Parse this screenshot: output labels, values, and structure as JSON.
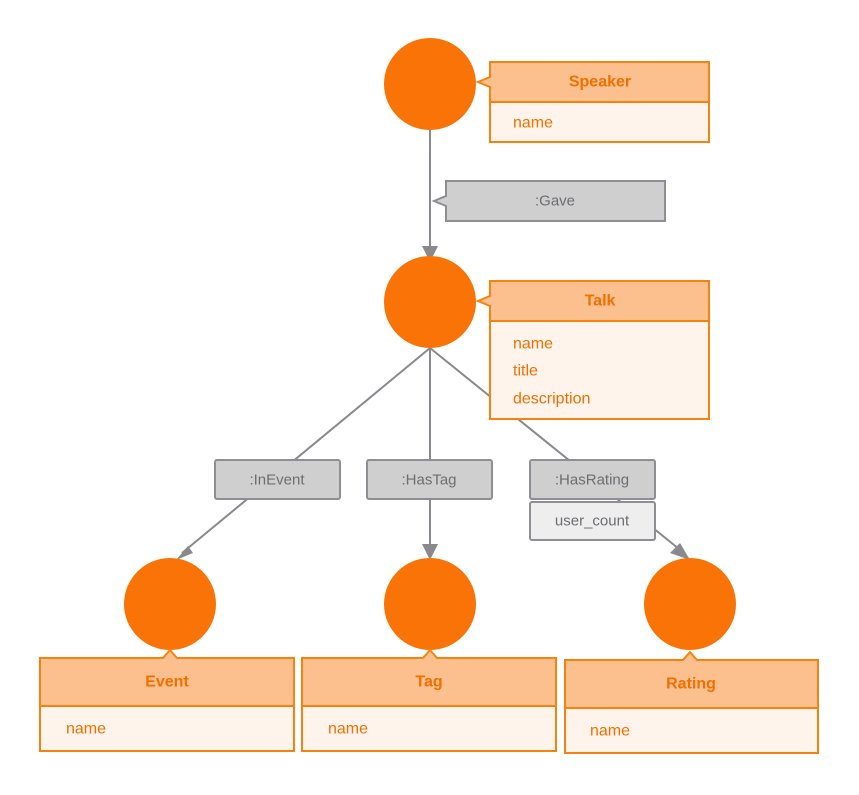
{
  "nodes": {
    "speaker": {
      "label": "Speaker",
      "properties": [
        "name"
      ]
    },
    "talk": {
      "label": "Talk",
      "properties": [
        "name",
        "title",
        "description"
      ]
    },
    "event": {
      "label": "Event",
      "properties": [
        "name"
      ]
    },
    "tag": {
      "label": "Tag",
      "properties": [
        "name"
      ]
    },
    "rating": {
      "label": "Rating",
      "properties": [
        "name"
      ]
    }
  },
  "relationships": {
    "gave": {
      "label": ":Gave"
    },
    "in_event": {
      "label": ":InEvent"
    },
    "has_tag": {
      "label": ":HasTag"
    },
    "has_rating": {
      "label": ":HasRating",
      "properties": [
        "user_count"
      ]
    }
  },
  "colors": {
    "node_fill": "#f97306",
    "label_header": "#fcc08e",
    "label_border": "#f7820f",
    "label_body": "#fff4ec",
    "label_text": "#f36f00",
    "edge": "#8a8a8e",
    "relationship_box": "#cfcfcf",
    "relationship_text": "#6d6d72"
  }
}
